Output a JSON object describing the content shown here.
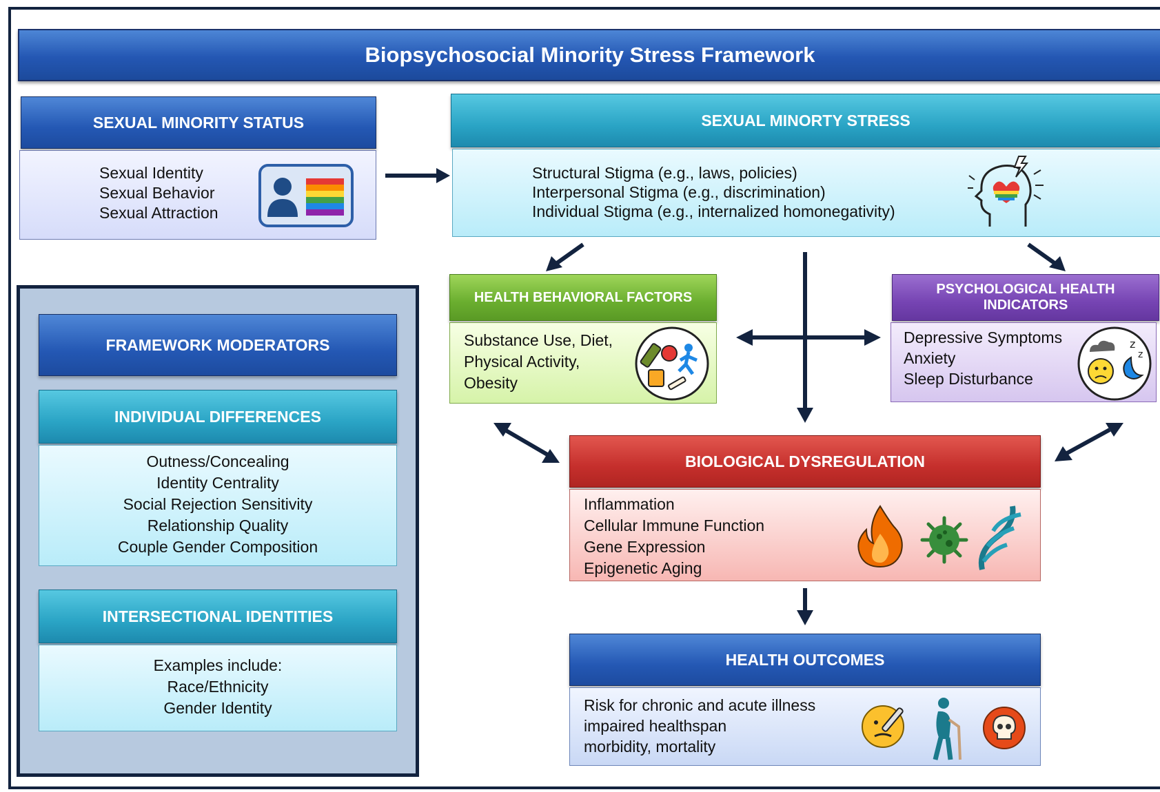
{
  "title": "Biopsychosocial Minority Stress Framework",
  "status": {
    "header": "SEXUAL MINORITY STATUS",
    "items": [
      "Sexual Identity",
      "Sexual Behavior",
      "Sexual Attraction"
    ]
  },
  "stress": {
    "header": "SEXUAL MINORTY STRESS",
    "items": [
      "Structural Stigma (e.g., laws, policies)",
      "Interpersonal Stigma (e.g., discrimination)",
      "Individual Stigma (e.g., internalized homonegativity)"
    ]
  },
  "behavioral": {
    "header": "HEALTH BEHAVIORAL FACTORS",
    "items": [
      "Substance Use, Diet,",
      "Physical Activity,",
      "Obesity"
    ]
  },
  "psychological": {
    "header_line1": "PSYCHOLOGICAL HEALTH",
    "header_line2": "INDICATORS",
    "items": [
      "Depressive Symptoms",
      "Anxiety",
      "Sleep Disturbance"
    ]
  },
  "biological": {
    "header": "BIOLOGICAL DYSREGULATION",
    "items": [
      "Inflammation",
      "Cellular Immune Function",
      "Gene Expression",
      "Epigenetic Aging"
    ]
  },
  "outcomes": {
    "header": "HEALTH OUTCOMES",
    "items": [
      "Risk for chronic and acute illness",
      "impaired healthspan",
      "morbidity, mortality"
    ]
  },
  "moderators": {
    "header": "FRAMEWORK MODERATORS",
    "individual": {
      "header": "INDIVIDUAL DIFFERENCES",
      "items": [
        "Outness/Concealing",
        "Identity Centrality",
        "Social Rejection Sensitivity",
        "Relationship Quality",
        "Couple Gender Composition"
      ]
    },
    "intersectional": {
      "header": "INTERSECTIONAL IDENTITIES",
      "items": [
        "Examples include:",
        "Race/Ethnicity",
        "Gender Identity"
      ]
    }
  },
  "icons": [
    "id-card-icon",
    "head-heart-icon",
    "healthy-habits-icon",
    "sad-sleep-icon",
    "fire-icon",
    "virus-icon",
    "dna-icon",
    "sick-face-icon",
    "elderly-person-icon",
    "skull-icon"
  ],
  "colors": {
    "navy": "#13233f",
    "blue": "#2458b4",
    "teal": "#2aa4c5",
    "green": "#6aae2f",
    "purple": "#7644b3",
    "red": "#c52f2c"
  }
}
